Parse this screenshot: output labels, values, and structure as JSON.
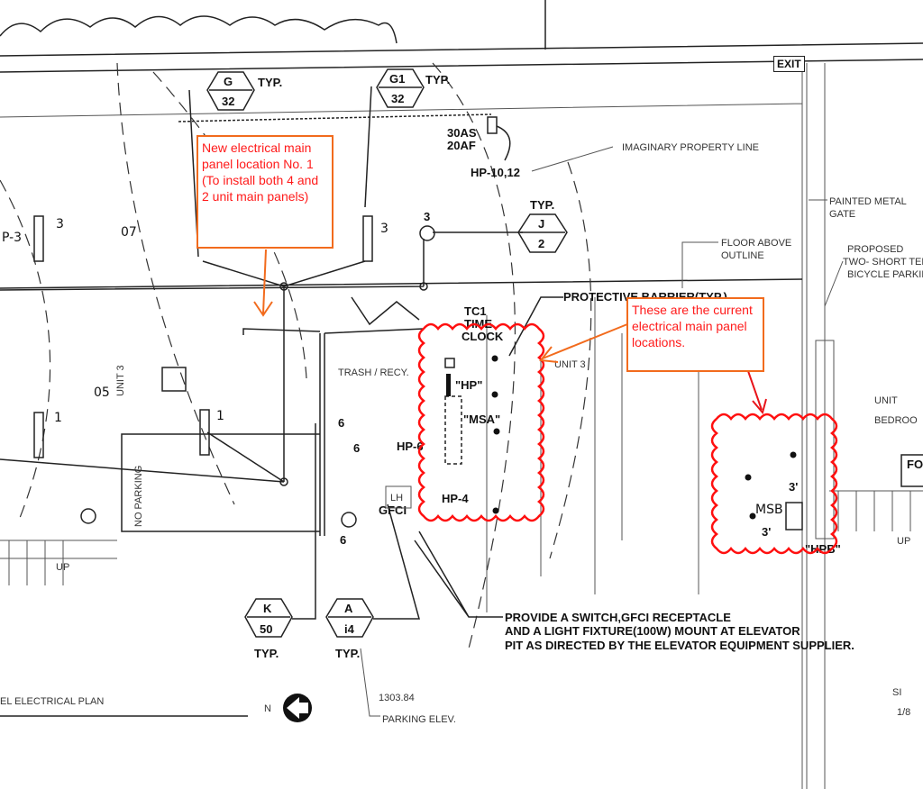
{
  "drawing": {
    "title": "EL ELECTRICAL PLAN",
    "north_label": "N",
    "elevation_value": "1303.84",
    "elevation_label": "PARKING ELEV.",
    "sheet_title_fragment": "SI",
    "scale_fragment": "1/8",
    "exit_label": "EXIT",
    "tags": [
      {
        "letter": "G",
        "number": "32",
        "typ": "TYP."
      },
      {
        "letter": "G1",
        "number": "32",
        "typ": "TYP."
      },
      {
        "letter": "J",
        "number": "2",
        "typ": "TYP."
      },
      {
        "letter": "K",
        "number": "50",
        "typ": "TYP."
      },
      {
        "letter": "A",
        "number": "i4",
        "typ": "TYP."
      }
    ],
    "labels": {
      "breaker": "30AS",
      "breaker2": "20AF",
      "hp_10_12": "HP-10,12",
      "property_line": "IMAGINARY PROPERTY LINE",
      "protective_barrier": "PROTECTIVE BARRIER(TYP.)",
      "tc1": "TC1",
      "time": "TIME",
      "clock": "CLOCK",
      "hp": "\"HP\"",
      "msa": "\"MSA\"",
      "unit3": "UNIT 3",
      "unit3_vertical": "UNIT 3",
      "trash": "TRASH / RECY.",
      "no_parking": "NO PARKING",
      "hp6": "HP-6",
      "hp4": "HP-4",
      "gfci": "GFCI",
      "lh": "LH",
      "msb": "MSB",
      "hpb": "\"HPB\"",
      "three_ft": "3'",
      "unit_right": "UNIT",
      "bedroom": "BEDROO",
      "painted_gate_1": "PAINTED METAL",
      "painted_gate_2": "GATE",
      "bicycle_1": "PROPOSED",
      "bicycle_2": "TWO- SHORT TERM",
      "bicycle_3": "BICYCLE PARKING",
      "floor_above_1": "FLOOR ABOVE",
      "floor_above_2": "OUTLINE",
      "up": "UP",
      "fo": "FO",
      "note_line1": "PROVIDE A SWITCH,GFCI RECEPTACLE",
      "note_line2": "AND A LIGHT FIXTURE(100W) MOUNT AT ELEVATOR",
      "note_line3": "PIT AS DIRECTED BY THE ELEVATOR EQUIPMENT SUPPLIER.",
      "circuit_3": "3",
      "circuit_1": "1",
      "circuit_6": "6",
      "p3": "P-3",
      "room_05": "05",
      "room_07": "07"
    }
  },
  "annotations": [
    {
      "text": "New electrical main panel location No. 1 (To install both 4 and 2 unit main panels)"
    },
    {
      "text": "These are the current electrical main panel locations."
    }
  ],
  "colors": {
    "annotation_border": "#f26b1d",
    "annotation_text": "#ff1a1a",
    "revision_cloud": "#ff1010"
  }
}
